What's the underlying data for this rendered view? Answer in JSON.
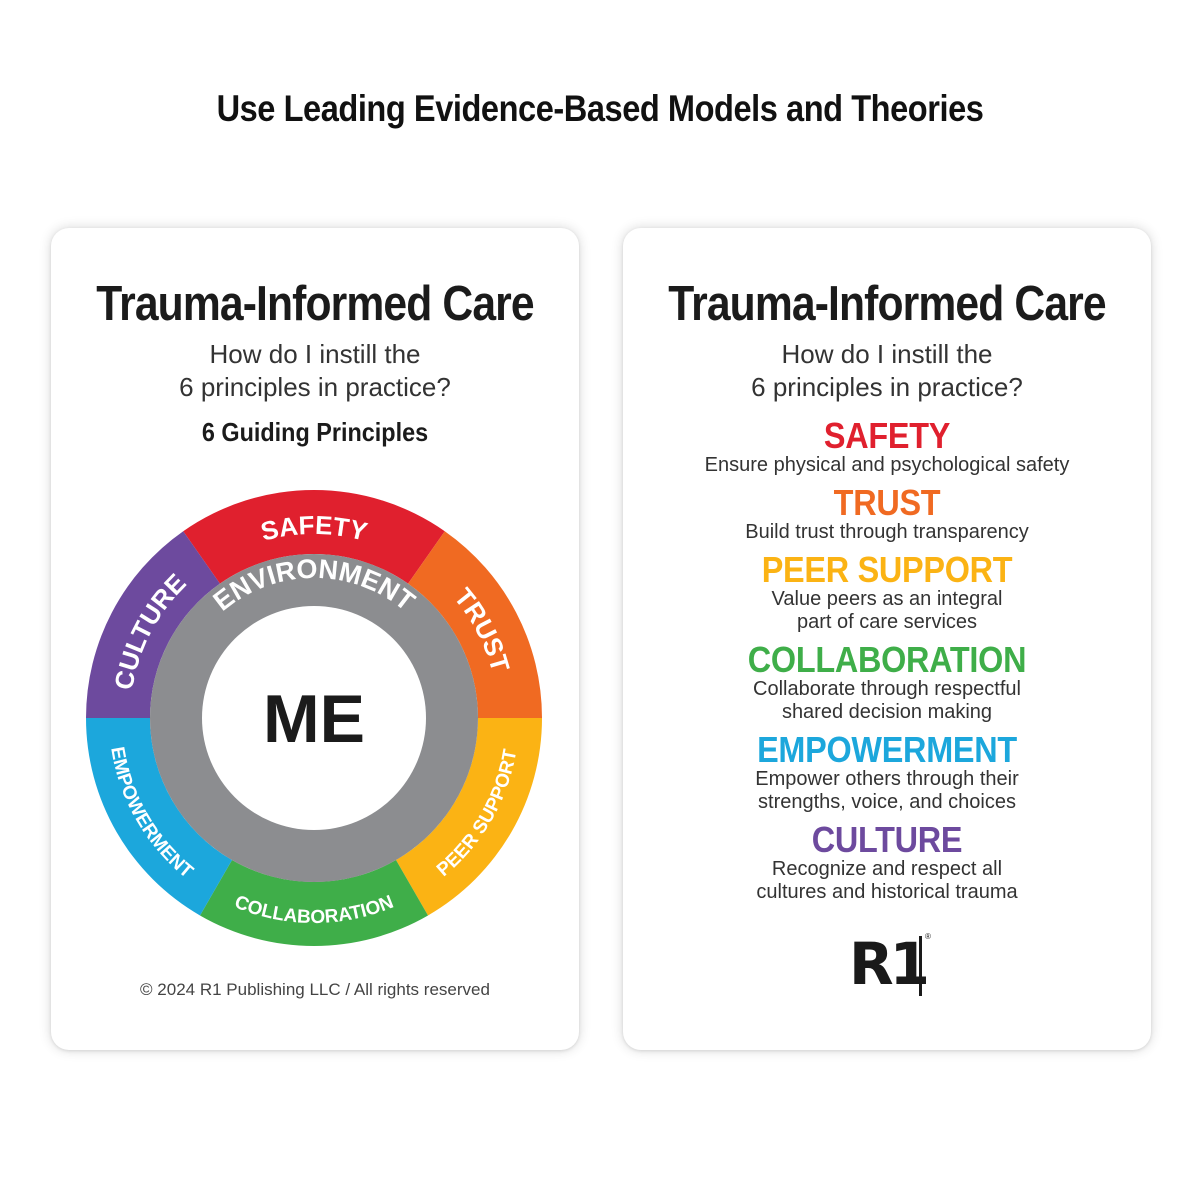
{
  "heading": "Use Leading Evidence-Based Models and Theories",
  "left_card": {
    "title": "Trauma-Informed Care",
    "subtitle_lines": [
      "How do I instill the",
      "6 principles in practice?"
    ],
    "guiding": "6 Guiding Principles",
    "wheel": {
      "center": "ME",
      "ring_label": "ENVIRONMENT",
      "segments": [
        {
          "label": "SAFETY",
          "color": "#e0202e"
        },
        {
          "label": "TRUST",
          "color": "#f06a22"
        },
        {
          "label": "PEER SUPPORT",
          "color": "#fbb314"
        },
        {
          "label": "COLLABORATION",
          "color": "#3fae49"
        },
        {
          "label": "EMPOWERMENT",
          "color": "#1ca7dc"
        },
        {
          "label": "CULTURE",
          "color": "#6d4a9e"
        }
      ],
      "ring_color": "#8c8d90"
    },
    "copyright": "© 2024 R1 Publishing LLC / All rights reserved"
  },
  "right_card": {
    "title": "Trauma-Informed Care",
    "subtitle_lines": [
      "How do I instill the",
      "6 principles in practice?"
    ],
    "principles": [
      {
        "name": "SAFETY",
        "color": "#e0202e",
        "desc": [
          "Ensure physical and psychological safety"
        ]
      },
      {
        "name": "TRUST",
        "color": "#f06a22",
        "desc": [
          "Build trust through transparency"
        ]
      },
      {
        "name": "PEER SUPPORT",
        "color": "#fbb314",
        "desc": [
          "Value peers as an integral",
          "part of care services"
        ]
      },
      {
        "name": "COLLABORATION",
        "color": "#3fae49",
        "desc": [
          "Collaborate through respectful",
          "shared decision making"
        ]
      },
      {
        "name": "EMPOWERMENT",
        "color": "#1ca7dc",
        "desc": [
          "Empower others through their",
          "strengths, voice, and choices"
        ]
      },
      {
        "name": "CULTURE",
        "color": "#6d4a9e",
        "desc": [
          "Recognize and respect all",
          "cultures and historical trauma"
        ]
      }
    ],
    "logo": "R1"
  }
}
